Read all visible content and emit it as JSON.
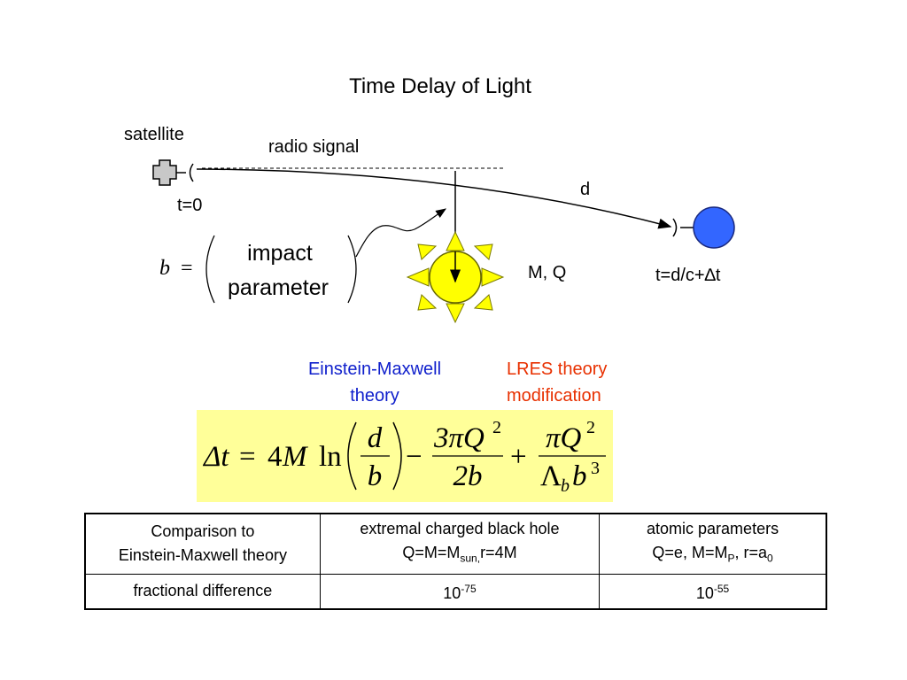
{
  "title": "Time Delay of Light",
  "diagram": {
    "satellite_label": "satellite",
    "signal_label": "radio signal",
    "t0_label": "t=0",
    "d_label": "d",
    "mass_charge_label": "M, Q",
    "arrival_time_label": "t=d/c+∆t",
    "impact_param": {
      "symbol": "b",
      "equals": "=",
      "line1": "impact",
      "line2": "parameter"
    },
    "colors": {
      "sun": "#ffff00",
      "sun_rays": "#ffff00",
      "planet": "#3366ff",
      "satellite": "#c8c8c8"
    },
    "icons": [
      "satellite-icon",
      "sun-icon",
      "planet-icon"
    ]
  },
  "theory_labels": {
    "einstein_maxwell_line1": "Einstein-Maxwell",
    "einstein_maxwell_line2": "theory",
    "lres_line1": "LRES theory",
    "lres_line2": "modification",
    "colors": {
      "einstein_maxwell": "#1020cc",
      "lres": "#e83000"
    }
  },
  "equation": {
    "lhs": "Δt",
    "eq": "=",
    "coef": "4",
    "mass": "M",
    "ln": "ln",
    "frac1_num": "d",
    "frac1_den": "b",
    "minus": "−",
    "frac2_num": "3πQ",
    "frac2_num_exp": "2",
    "frac2_den": "2b",
    "plus": "+",
    "frac3_num": "πQ",
    "frac3_num_exp": "2",
    "frac3_den_lambda": "Λ",
    "frac3_den_sub": "b",
    "frac3_den_b": "b",
    "frac3_den_exp": "3",
    "background": "#ffff99"
  },
  "table": {
    "header": {
      "col1_line1": "Comparison to",
      "col1_line2": "Einstein-Maxwell theory",
      "col2_line1": "extremal charged black hole",
      "col2_line2_a": "Q=M=M",
      "col2_line2_sub": "sun,",
      "col2_line2_b": "r=4M",
      "col3_line1": "atomic parameters",
      "col3_line2_a": "Q=e, M=M",
      "col3_line2_sub1": "P",
      "col3_line2_b": ", r=a",
      "col3_line2_sub2": "0"
    },
    "row": {
      "label": "fractional difference",
      "col2_base": "10",
      "col2_exp": "-75",
      "col3_base": "10",
      "col3_exp": "-55"
    }
  }
}
